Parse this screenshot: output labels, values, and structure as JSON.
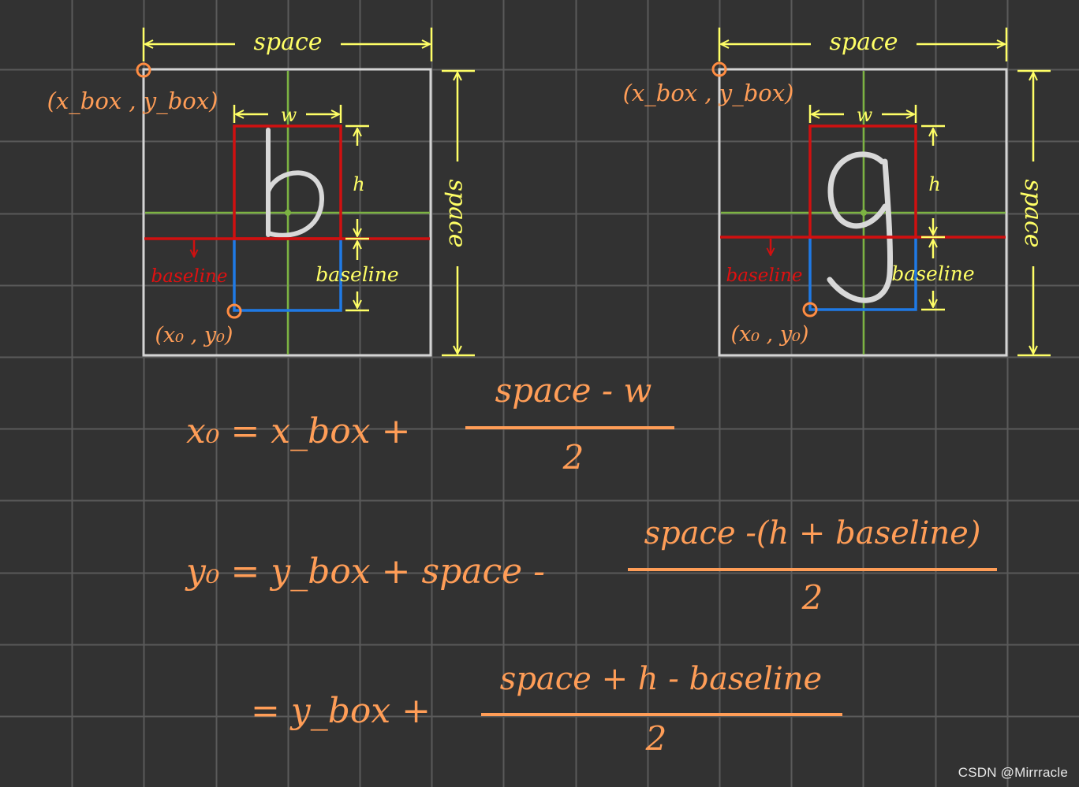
{
  "colors": {
    "background": "#323232",
    "grid": "#5a5a5a",
    "box": "#d4d4d4",
    "center_line": "#7cb342",
    "glyph_box": "#d01010",
    "baseline_label_red": "#e01010",
    "descender": "#1f7ae6",
    "dimension": "#ffff66",
    "formula": "#ff9d57",
    "point": "#ff8c42",
    "glyph": "#d8d8d8"
  },
  "icons": {
    "origin_point": "circle-marker-icon"
  },
  "panels": [
    {
      "glyph": "b",
      "space_top": "space",
      "space_side": "space",
      "w_label": "w",
      "h_label": "h",
      "baseline_label": "baseline",
      "baseline_dim_label": "baseline",
      "box_point_label": "(x_box , y_box)",
      "origin_point_label": "(x₀ , y₀)"
    },
    {
      "glyph": "g",
      "space_top": "space",
      "space_side": "space",
      "w_label": "w",
      "h_label": "h",
      "baseline_label": "baseline",
      "baseline_dim_label": "baseline",
      "box_point_label": "(x_box , y_box)",
      "origin_point_label": "(x₀ , y₀)"
    }
  ],
  "formulas": {
    "f1": {
      "lhs": "x₀ = x_box +",
      "numerator": "space - w",
      "denominator": "2"
    },
    "f2": {
      "lhs": "y₀ = y_box + space -",
      "numerator": "space -(h + baseline)",
      "denominator": "2"
    },
    "f3": {
      "lhs": "= y_box +",
      "numerator": "space + h - baseline",
      "denominator": "2"
    }
  },
  "watermark": "CSDN @Mirrracle"
}
